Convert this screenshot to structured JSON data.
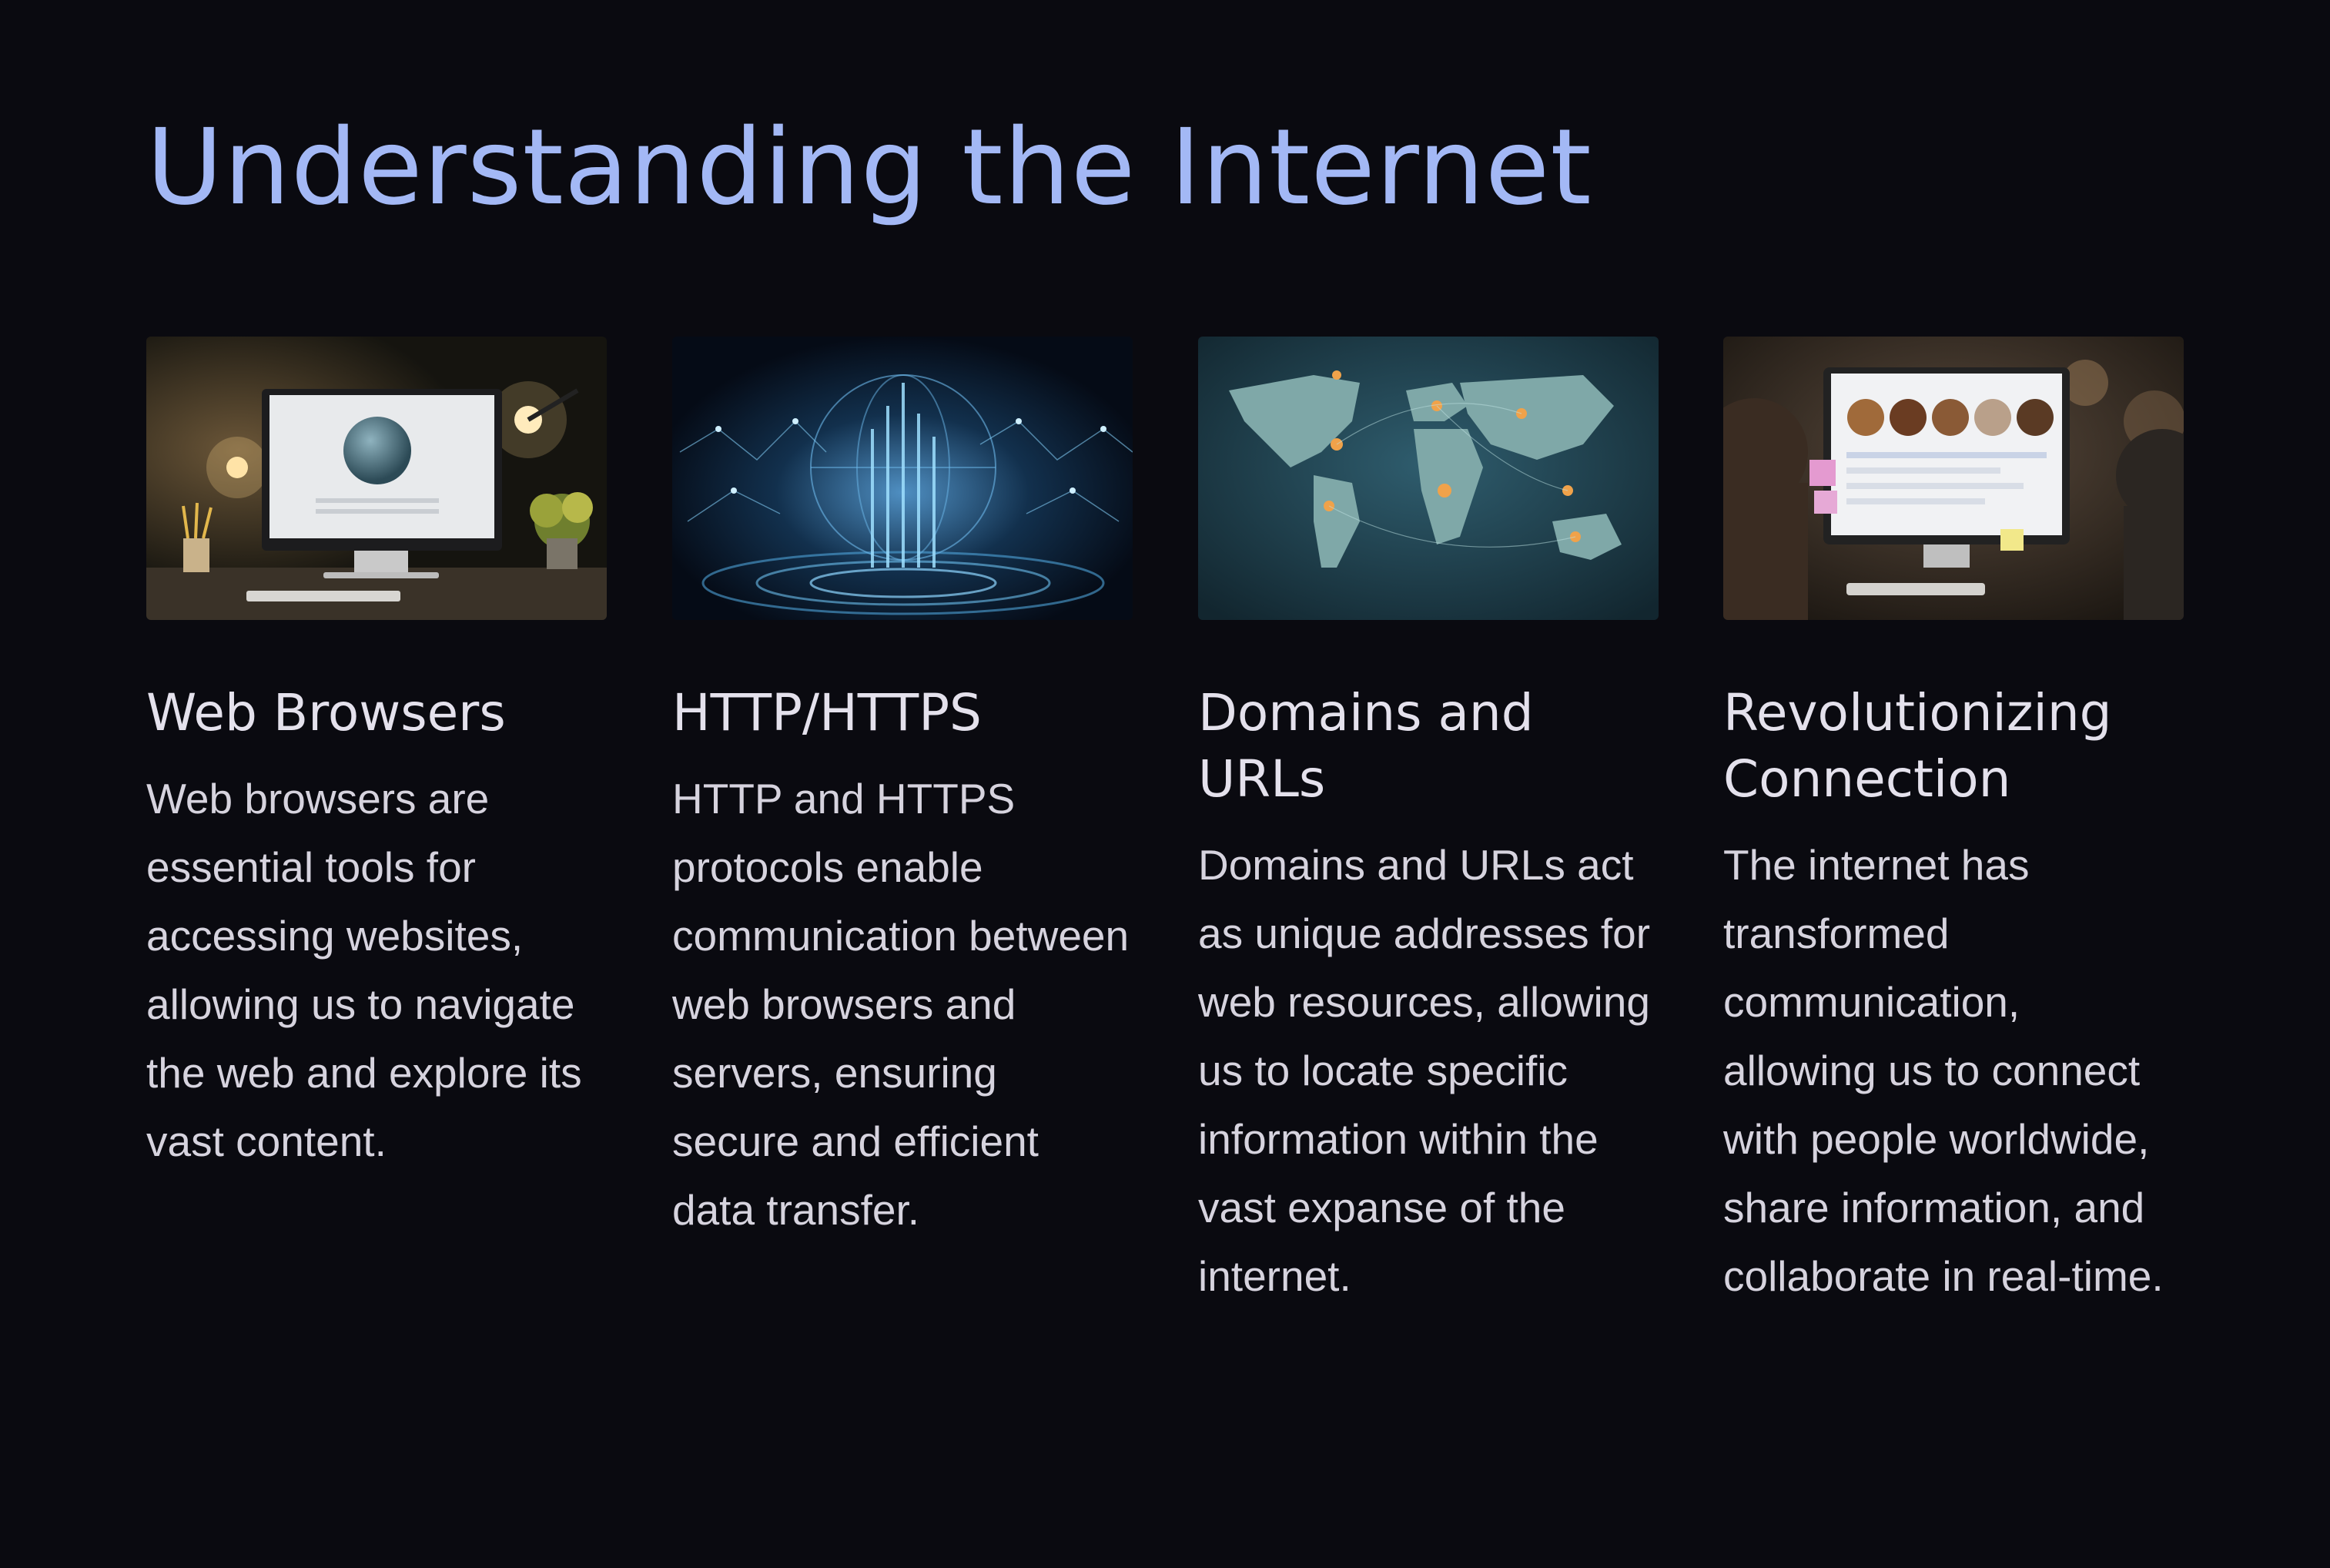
{
  "slide": {
    "title": "Understanding the Internet",
    "accent_color": "#a3b8f5",
    "background_color": "#0a0a10"
  },
  "cards": [
    {
      "title": "Web Browsers",
      "body": "Web browsers are essential tools for accessing websites, allowing us to navigate the web and explore its vast content.",
      "image": "desk-computer-globe-image"
    },
    {
      "title": "HTTP/HTTPS",
      "body": "HTTP and HTTPS protocols enable communication between web browsers and servers, ensuring secure and efficient data transfer.",
      "image": "digital-network-globe-image"
    },
    {
      "title": "Domains and URLs",
      "body": "Domains and URLs act as unique addresses for web resources, allowing us to locate specific information within the vast expanse of the internet.",
      "image": "world-map-pins-image"
    },
    {
      "title": "Revolutionizing Connection",
      "body": "The internet has transformed communication, allowing us to connect with people worldwide, share information, and collaborate in real-time.",
      "image": "video-call-monitor-image"
    }
  ]
}
